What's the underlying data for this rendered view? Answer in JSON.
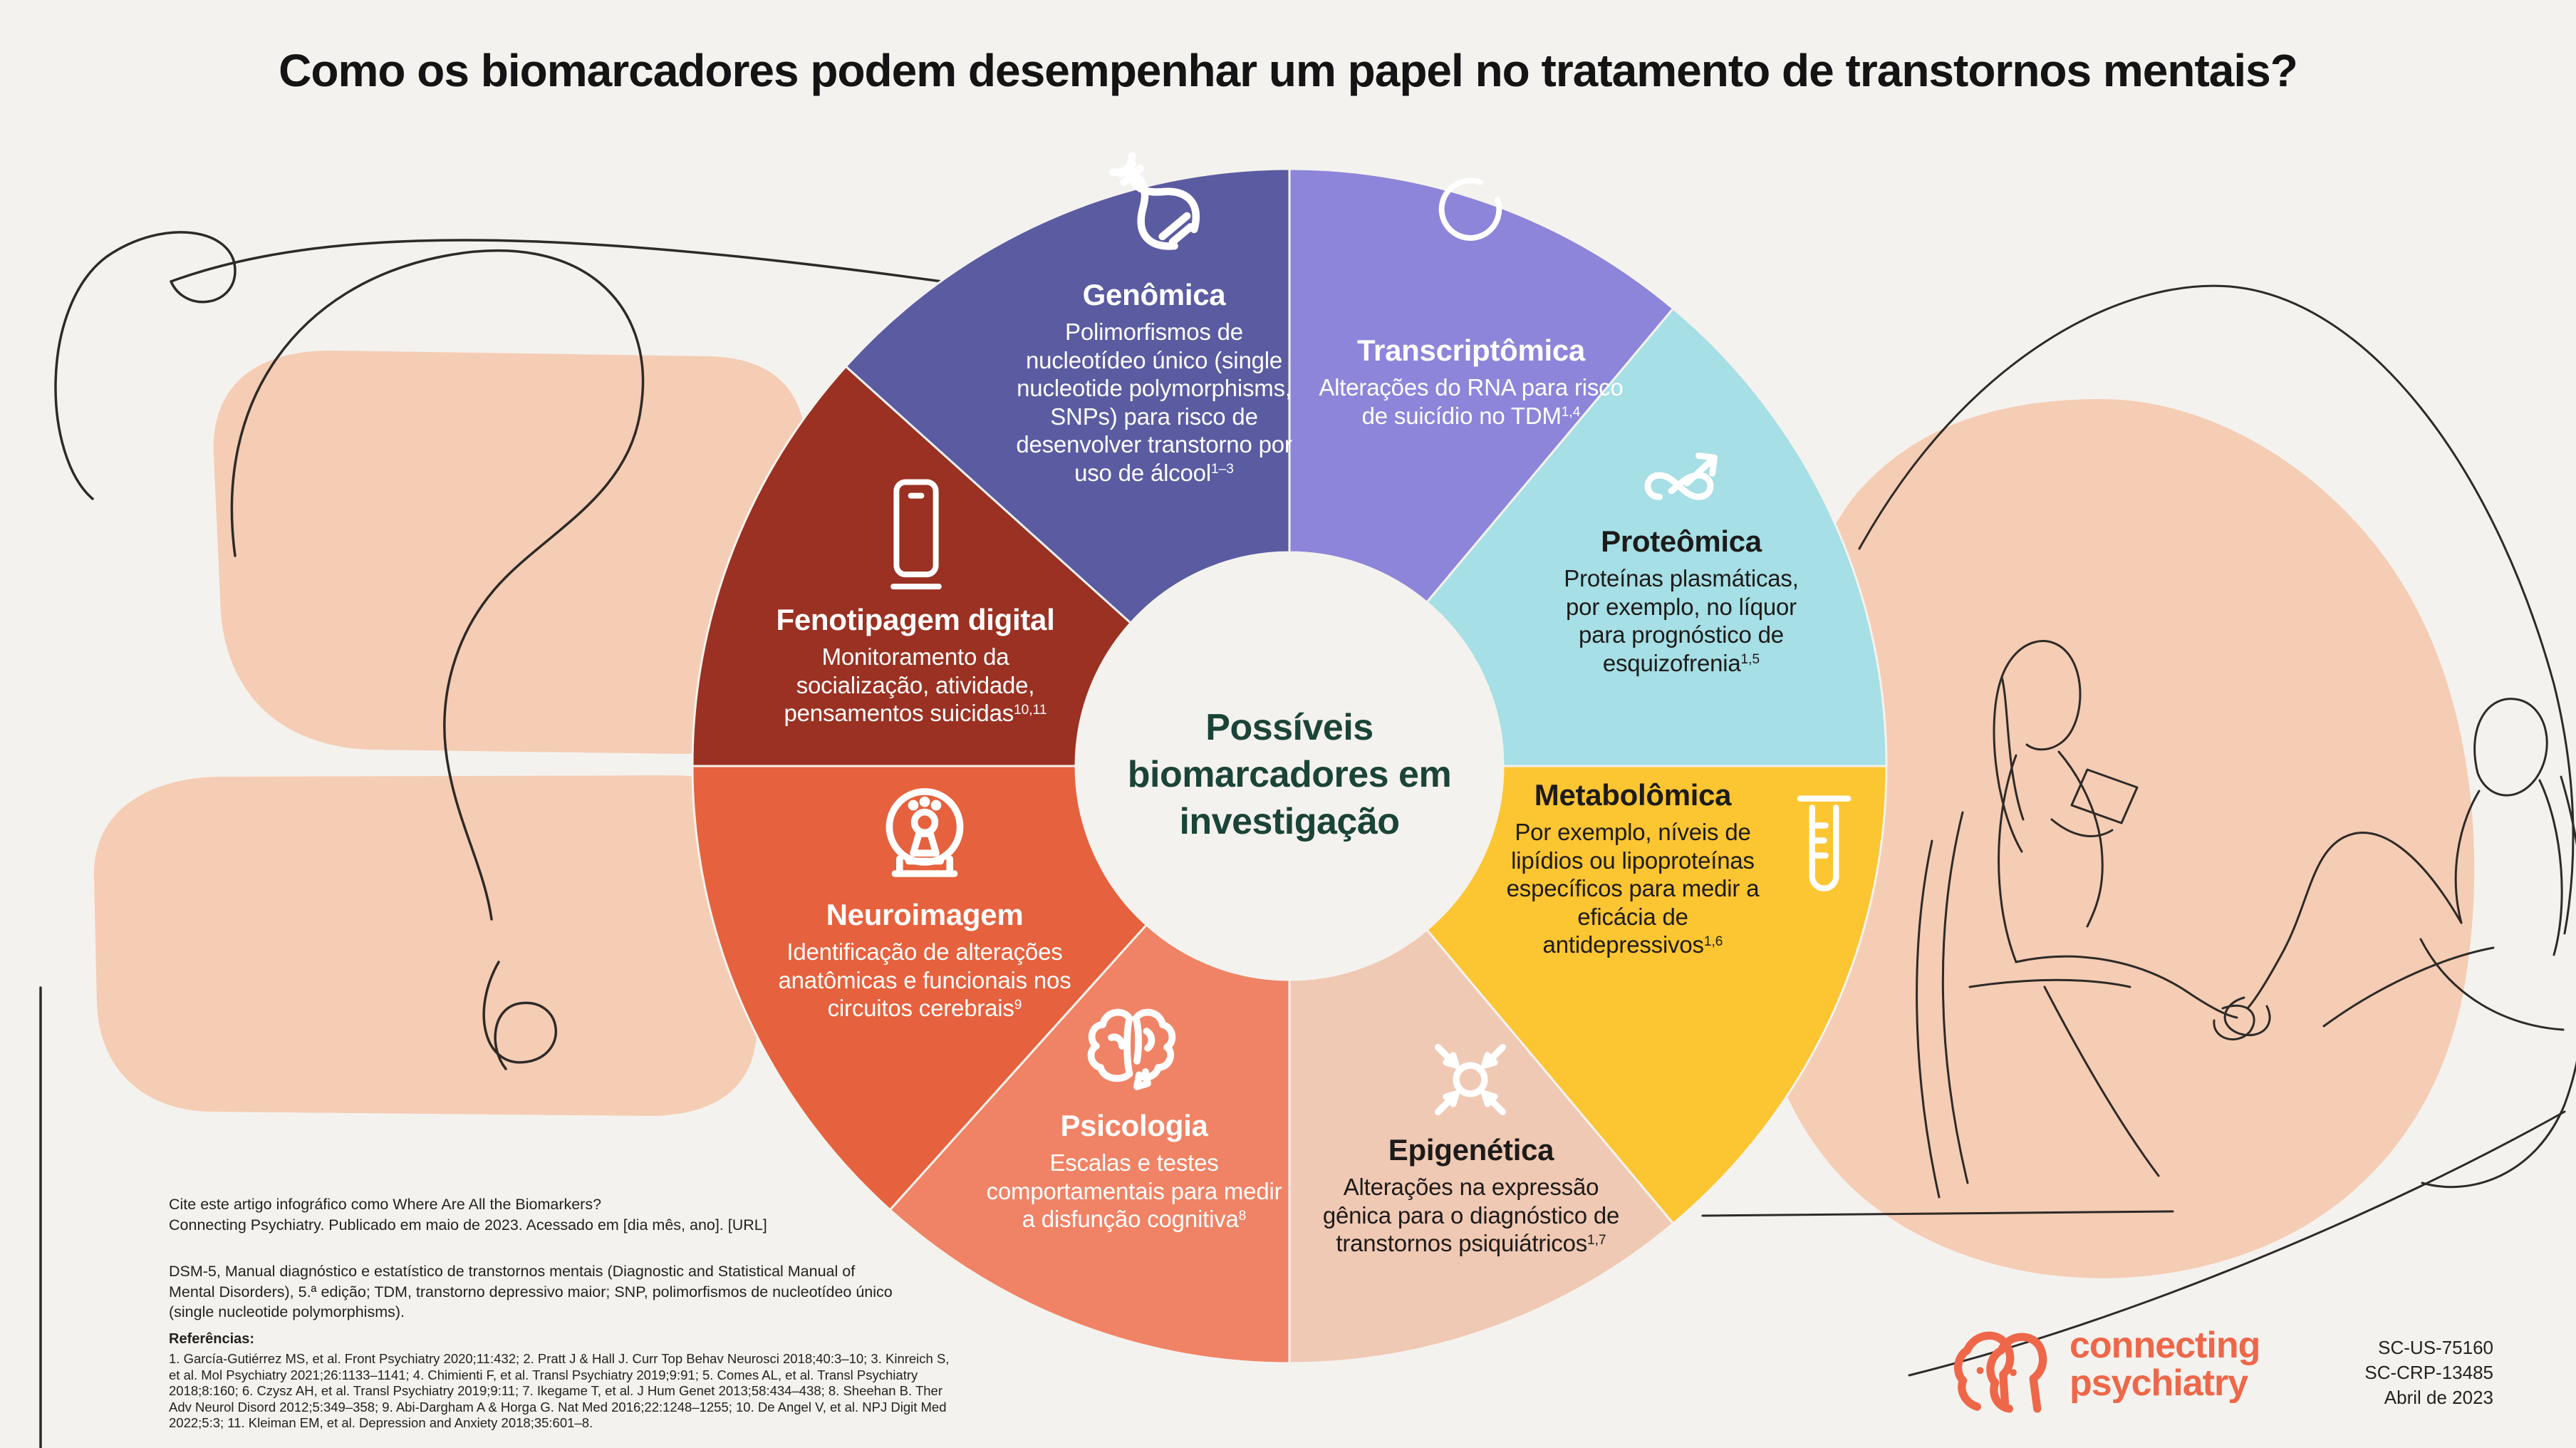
{
  "page": {
    "title": "Como os biomarcadores podem desempenhar um papel no tratamento de transtornos mentais?",
    "background_color": "#f4f2ee",
    "blob_color": "#f5cdb4",
    "line_art_color": "#2e2a28"
  },
  "center": {
    "text": "Possíveis biomarcadores em investigação",
    "color": "#1b4438"
  },
  "segments": [
    {
      "id": "genomica",
      "label": "Genômica",
      "body": "Polimorfismos de nucleotídeo único (single nucleotide polymorphisms, SNPs) para risco de desenvolver transtorno por uso de álcool",
      "sup": "1–3",
      "color": "#5a5ba0",
      "text_color": "#ffffff",
      "icon": "dna-icon"
    },
    {
      "id": "transcriptomica",
      "label": "Transcriptômica",
      "body": "Alterações do RNA para risco de suicídio no TDM",
      "sup": "1,4",
      "color": "#8d85d9",
      "text_color": "#ffffff",
      "icon": "rna-strand-icon"
    },
    {
      "id": "proteomica",
      "label": "Proteômica",
      "body": "Proteínas plasmáticas, por exemplo, no líquor para prognóstico de esquizofrenia",
      "sup": "1,5",
      "color": "#a6dfe5",
      "text_color": "#1d1b1a",
      "icon": "protein-ribbon-icon"
    },
    {
      "id": "metabolomica",
      "label": "Metabolômica",
      "body": "Por exemplo, níveis de lipídios ou lipoproteínas específicos para medir a eficácia de antidepressivos",
      "sup": "1,6",
      "color": "#fcc532",
      "text_color": "#1d1b1a",
      "icon": "test-tube-icon"
    },
    {
      "id": "epigenetica",
      "label": "Epigenética",
      "body": "Alterações na expressão gênica para o diagnóstico de transtornos psiquiátricos",
      "sup": "1,7",
      "color": "#f0c9b4",
      "text_color": "#1d1b1a",
      "icon": "gene-expression-icon"
    },
    {
      "id": "psicologia",
      "label": "Psicologia",
      "body": "Escalas e testes comportamentais para medir a disfunção cognitiva",
      "sup": "8",
      "color": "#f08365",
      "text_color": "#ffffff",
      "icon": "brain-icon"
    },
    {
      "id": "neuroimagem",
      "label": "Neuroimagem",
      "body": "Identificação de alterações anatômicas e funcionais nos circuitos cerebrais",
      "sup": "9",
      "color": "#e6613d",
      "text_color": "#ffffff",
      "icon": "mri-scanner-icon"
    },
    {
      "id": "fenotipagem",
      "label": "Fenotipagem digital",
      "body": "Monitoramento da socialização, atividade, pensamentos suicidas",
      "sup": "10,11",
      "color": "#9a3122",
      "text_color": "#ffffff",
      "icon": "smartphone-icon"
    }
  ],
  "footer": {
    "citation_line1": "Cite este artigo infográfico como Where Are All the Biomarkers?",
    "citation_line2": "Connecting Psychiatry. Publicado em maio de 2023. Acessado em [dia mês, ano]. [URL]",
    "abbreviations": "DSM-5, Manual diagnóstico e estatístico de transtornos mentais (Diagnostic and Statistical Manual of Mental Disorders), 5.ª edição; TDM, transtorno depressivo maior; SNP, polimorfismos de nucleotídeo único (single nucleotide polymorphisms).",
    "references_heading": "Referências:",
    "references": "1. García-Gutiérrez MS, et al. Front Psychiatry 2020;11:432; 2. Pratt J & Hall J. Curr Top Behav Neurosci 2018;40:3–10; 3. Kinreich S, et al. Mol Psychiatry 2021;26:1133–1141; 4. Chimienti F, et al. Transl Psychiatry 2019;9:91; 5. Comes AL, et al. Transl Psychiatry 2018;8:160; 6. Czysz AH, et al. Transl Psychiatry 2019;9:11; 7. Ikegame T, et al. J Hum Genet 2013;58:434–438; 8. Sheehan B. Ther Adv Neurol Disord 2012;5:349–358; 9. Abi-Dargham A & Horga G. Nat Med 2016;22:1248–1255; 10. De Angel V, et al. NPJ Digit Med 2022;5:3; 11. Kleiman EM, et al. Depression and Anxiety 2018;35:601–8."
  },
  "logo": {
    "line1": "connecting",
    "line2": "psychiatry",
    "color": "#ee6749"
  },
  "approval": {
    "code1": "SC-US-75160",
    "code2": "SC-CRP-13485",
    "date": "Abril de 2023"
  }
}
